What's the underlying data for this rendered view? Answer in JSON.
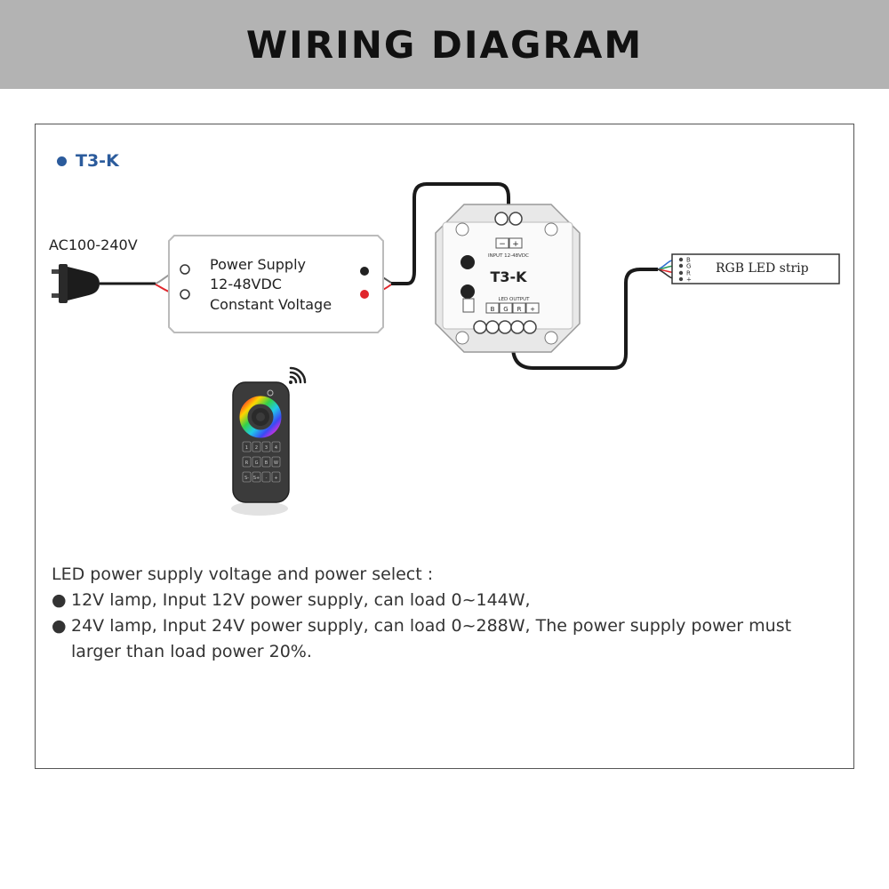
{
  "header": {
    "title": "WIRING DIAGRAM"
  },
  "model": {
    "bullet": "●",
    "name": "T3-K"
  },
  "ac_input": {
    "label": "AC100-240V"
  },
  "power_supply": {
    "line1": "Power Supply",
    "line2": "12-48VDC",
    "line3": "Constant Voltage"
  },
  "controller": {
    "name": "T3-K",
    "input_label": "INPUT 12-48VDC",
    "input_terminals": [
      "−",
      "+"
    ],
    "output_label": "LED OUTPUT",
    "output_terminals": [
      "B",
      "G",
      "R",
      "+"
    ]
  },
  "led_strip": {
    "label": "RGB LED strip",
    "pins": [
      "B",
      "G",
      "R",
      "+"
    ]
  },
  "remote": {
    "keys": [
      "1",
      "2",
      "3",
      "4",
      "R",
      "G",
      "B",
      "W",
      "S-",
      "S+",
      "-",
      "+"
    ]
  },
  "notes": {
    "intro": "LED power supply voltage and power select :",
    "bullet": "●",
    "items": [
      {
        "text": "12V lamp, Input 12V power supply, can load 0~144W,",
        "cont": ""
      },
      {
        "text": "24V lamp, Input 24V power supply, can load 0~288W, The power supply power must",
        "cont": "larger  than load power 20%."
      }
    ]
  },
  "colors": {
    "wire": "#1a1a1a",
    "wire_red": "#e0262c",
    "wire_green": "#2a9d5c",
    "wire_blue": "#2f6fd0",
    "model_accent": "#2b5b9c",
    "header_bg": "#b3b3b3"
  }
}
